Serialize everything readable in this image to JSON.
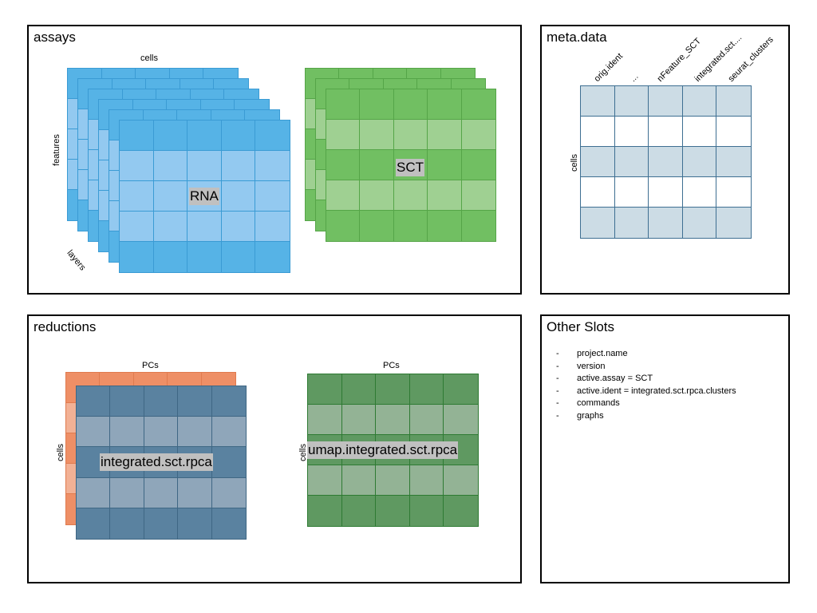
{
  "assays": {
    "title": "assays",
    "cells_label": "cells",
    "features_label": "features",
    "layers_label": "layers",
    "rna_label": "RNA",
    "sct_label": "SCT"
  },
  "meta": {
    "title": "meta.data",
    "columns": [
      "orig.ident",
      "...",
      "nFeature_SCT",
      "integrated.sct....",
      "seurat_clusters"
    ],
    "rows_label": "cells"
  },
  "reductions": {
    "title": "reductions",
    "pcs_label_1": "PCs",
    "cells_label_1": "cells",
    "pca_label": "integrated.sct.rpca",
    "pcs_label_2": "PCs",
    "cells_label_2": "cells",
    "umap_label": "umap.integrated.sct.rpca"
  },
  "other": {
    "title": "Other Slots",
    "bullet": "-",
    "items": [
      "project.name",
      "version",
      "active.assay = SCT",
      "active.ident = integrated.sct.rpca.clusters",
      "commands",
      "graphs"
    ]
  },
  "colors": {
    "blue": "#56b3e6",
    "blue_light": "#93c9f0",
    "green": "#71bf62",
    "green_light": "#9fd092",
    "orange": "#ee8f66",
    "steel": "#5a82a0",
    "steel_light": "#8fa6ba",
    "dark_green": "#5f9961",
    "dark_green_light": "#93b395",
    "meta_fill": "#ccdce5",
    "meta_line": "#3e6f92"
  }
}
